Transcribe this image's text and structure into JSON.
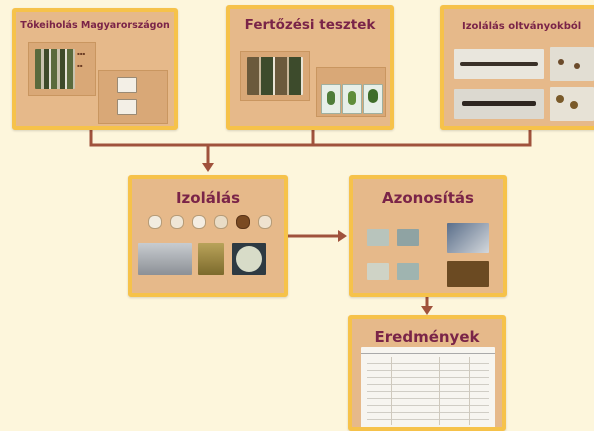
{
  "colors": {
    "background": "#fdf6dc",
    "card": "#e6b98a",
    "border": "#f6c24a",
    "title": "#7a2448",
    "connector": "#a0523c"
  },
  "boxes": {
    "box1": {
      "title": "Tőkeiholás Magyarországon"
    },
    "box2": {
      "title": "Fertőzési tesztek"
    },
    "box3": {
      "title": "Izolálás oltványokból"
    },
    "box4": {
      "title": "Izolálás"
    },
    "box5": {
      "title": "Azonosítás"
    },
    "box6": {
      "title": "Eredmények"
    }
  }
}
